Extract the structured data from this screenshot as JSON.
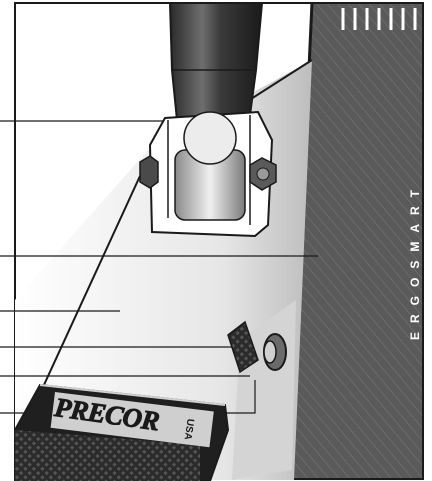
{
  "side_panel": {
    "vertical_text": "ERGOSMART"
  },
  "pedal": {
    "brand": "PRECOR",
    "brand_suffix": "USA"
  },
  "colors": {
    "panel": "#5a5a5a",
    "ink": "#1a1a1a",
    "paper": "#ffffff"
  }
}
